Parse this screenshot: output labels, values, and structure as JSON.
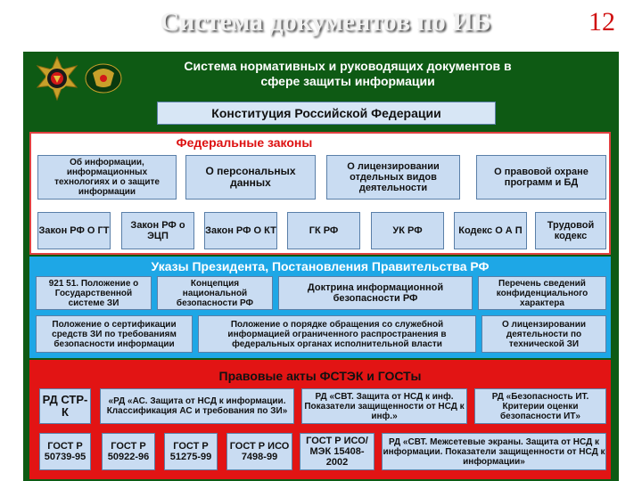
{
  "header": {
    "title": "Система документов по ИБ",
    "slide_number": "12"
  },
  "diagram": {
    "title_line1": "Система нормативных и руководящих документов в",
    "title_line2": "сфере защиты информации",
    "constitution": "Конституция Российской Федерации",
    "federal_laws": {
      "title": "Федеральные законы",
      "row1": [
        "Об информации, информационных технологиях и о защите информации",
        "О персональных данных",
        "О лицензировании отдельных видов деятельности",
        "О правовой охране программ и БД"
      ],
      "row2": [
        "Закон РФ О ГТ",
        "Закон РФ о ЭЦП",
        "Закон РФ О КТ",
        "ГК РФ",
        "УК РФ",
        "Кодекс О А П",
        "Трудовой кодекс"
      ]
    },
    "decrees": {
      "title": "Указы Президента, Постановления Правительства РФ",
      "row1": [
        "921 51. Положение о Государственной системе ЗИ",
        "Концепция национальной безопасности РФ",
        "Доктрина информационной безопасности РФ",
        "Перечень сведений конфиденциального характера"
      ],
      "row2": [
        "Положение о сертификации средств ЗИ по требованиям безопасности информации",
        "Положение о порядке обращения со служебной информацией ограниченного распространения в федеральных органах исполнительной власти",
        "О лицензировании деятельности по технической ЗИ"
      ]
    },
    "fstek": {
      "title": "Правовые акты ФСТЭК и ГОСТы",
      "row1": [
        "РД СТР-К",
        "«РД «АС. Защита от НСД к информации. Классификация АС и требования по ЗИ»",
        "РД «СВТ. Защита от НСД к инф. Показатели защищенности от НСД к инф.»",
        "РД «Безопасность ИТ. Критерии оценки безопасности ИТ»"
      ],
      "row2": [
        "ГОСТ Р 50739-95",
        "ГОСТ Р 50922-96",
        "ГОСТ Р 51275-99",
        "ГОСТ Р ИСО 7498-99",
        "ГОСТ Р ИСО/МЭК 15408-2002",
        "РД «СВТ. Межсетевые экраны. Защита от НСД к информации. Показатели защищенности от НСД к информации»"
      ]
    }
  }
}
